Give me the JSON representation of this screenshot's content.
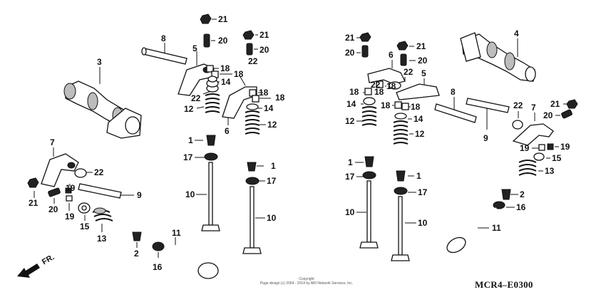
{
  "diagram": {
    "code": "MCR4–E0300",
    "copyright_line1": "Copyright",
    "copyright_line2": "Page design (c) 2004 - 2014 by ARI Network Services, Inc.",
    "direction_label": "FR.",
    "callouts": {
      "c1": "1",
      "c2": "2",
      "c3": "3",
      "c4": "4",
      "c5": "5",
      "c6": "6",
      "c7": "7",
      "c8": "8",
      "c9": "9",
      "c10": "10",
      "c11": "11",
      "c12": "12",
      "c13": "13",
      "c14": "14",
      "c15": "15",
      "c16": "16",
      "c17": "17",
      "c18": "18",
      "c19": "19",
      "c20": "20",
      "c21": "21",
      "c22": "22"
    }
  }
}
